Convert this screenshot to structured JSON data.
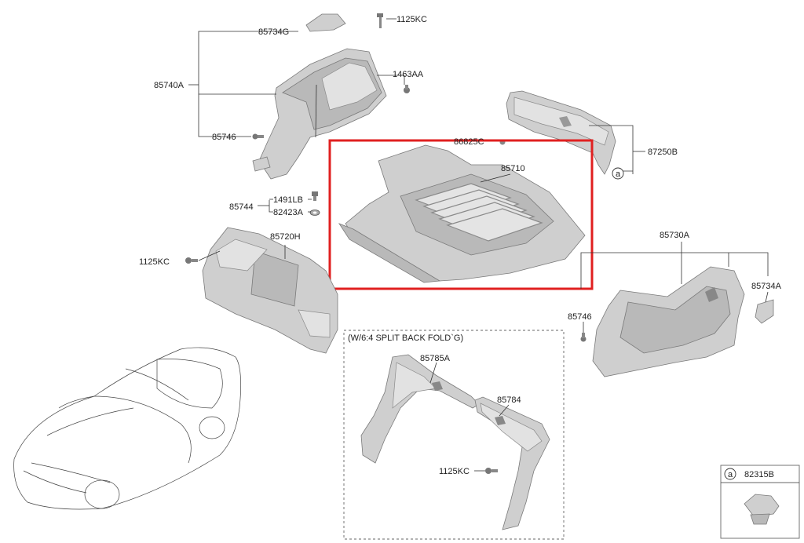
{
  "labels": {
    "p85734G": "85734G",
    "p1125KC_top": "1125KC",
    "p85740A": "85740A",
    "p1463AA": "1463AA",
    "p85746_left": "85746",
    "p86825C": "86825C",
    "p85710": "85710",
    "p87250B": "87250B",
    "callout_a": "a",
    "p85744": "85744",
    "p1491LB": "1491LB",
    "p82423A": "82423A",
    "p85720H": "85720H",
    "p1125KC_left": "1125KC",
    "p85730A": "85730A",
    "p85734A": "85734A",
    "p85746_right": "85746",
    "split_note": "(W/6:4 SPLIT BACK FOLD`G)",
    "p85785A": "85785A",
    "p85784": "85784",
    "p1125KC_bottom": "1125KC",
    "legend_a": "a",
    "p82315B": "82315B"
  },
  "highlight_color": "#e02020",
  "part_color": "#cfcfcf",
  "line_color": "#333333"
}
